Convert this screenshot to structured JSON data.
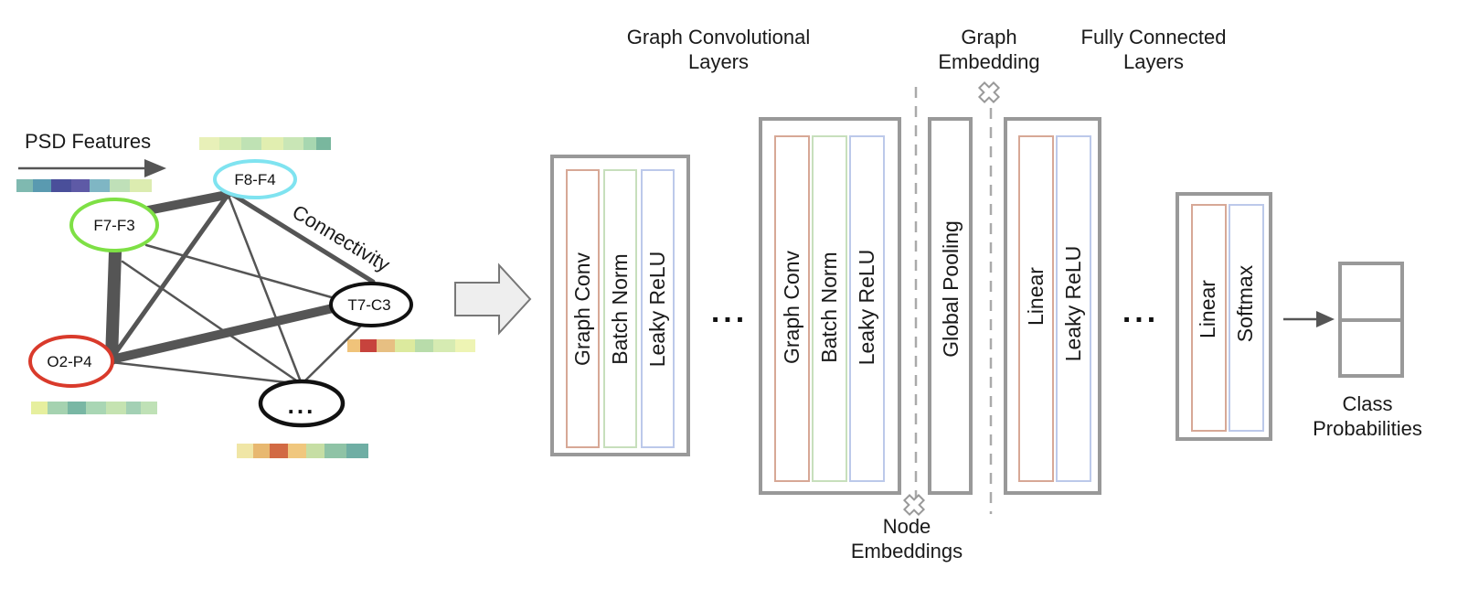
{
  "graph": {
    "psd_label": "PSD Features",
    "connectivity_label": "Connectivity",
    "nodes": {
      "f8f4": "F8-F4",
      "f7f3": "F7-F3",
      "t7c3": "T7-C3",
      "o2p4": "O2-P4",
      "more": "..."
    },
    "colors": {
      "f8f4": "#7fe3f0",
      "f7f3": "#7ee045",
      "t7c3": "#111111",
      "o2p4": "#d93a2b",
      "more": "#111111"
    }
  },
  "headers": {
    "gc_line1": "Graph  Convolutional",
    "gc_line2": "Layers",
    "ge_line1": "Graph",
    "ge_line2": "Embedding",
    "fc_line1": "Fully Connected",
    "fc_line2": "Layers"
  },
  "blocks": {
    "gc1": [
      "Graph Conv",
      "Batch Norm",
      "Leaky ReLU"
    ],
    "gc2": [
      "Graph  Conv",
      "Batch Norm",
      "Leaky ReLU"
    ],
    "pool": "Global Pooling",
    "fc1": [
      "Linear",
      "Leaky ReLU"
    ],
    "fc2": [
      "Linear",
      "Softmax"
    ],
    "ellipsis": "..."
  },
  "footer": {
    "node_emb_line1": "Node",
    "node_emb_line2": "Embeddings",
    "class_line1": "Class",
    "class_line2": "Probabilities"
  }
}
